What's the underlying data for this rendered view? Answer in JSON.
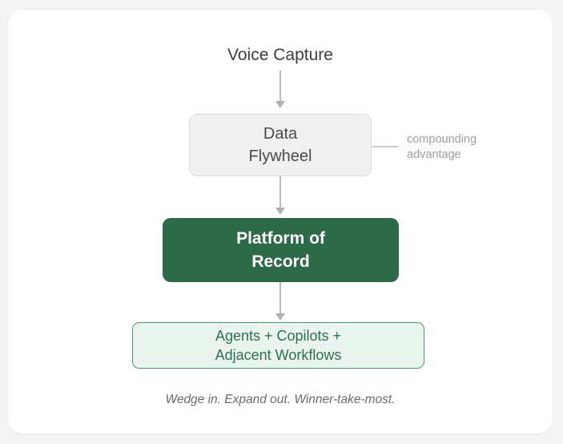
{
  "diagram": {
    "top_label": "Voice Capture",
    "flywheel_box": {
      "line1": "Data",
      "line2": "Flywheel"
    },
    "side_note": {
      "line1": "compounding",
      "line2": "advantage"
    },
    "platform_box": {
      "line1": "Platform of",
      "line2": "Record"
    },
    "agents_box": {
      "line1": "Agents + Copilots +",
      "line2": "Adjacent Workflows"
    },
    "caption": "Wedge in. Expand out. Winner-take-most.",
    "colors": {
      "page_background": "#f4f4f5",
      "card_background": "#ffffff",
      "flywheel_fill": "#f0f0f1",
      "flywheel_border": "#dcdcdc",
      "platform_fill": "#2d6b46",
      "platform_text": "#ffffff",
      "agents_fill": "#eaf4ee",
      "agents_border": "#4a9a66",
      "agents_text": "#2d7050",
      "arrow_gray": "#b0b0b0",
      "note_gray": "#9e9e9e"
    }
  }
}
